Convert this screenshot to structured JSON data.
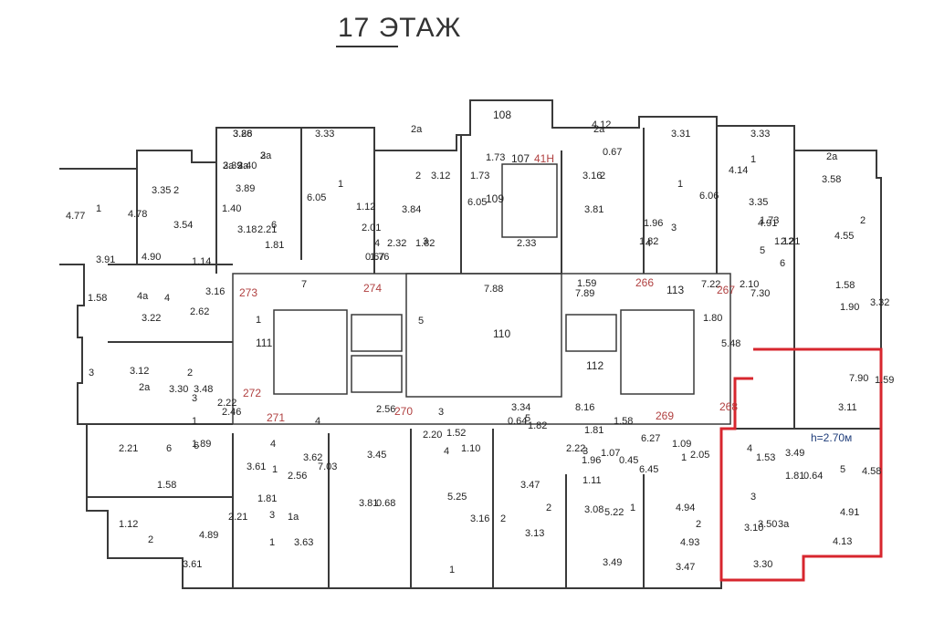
{
  "floor": {
    "number": "17",
    "word": "ЭТАЖ"
  },
  "highlight_color": "#d7262e",
  "wall_color": "#3a3a3a",
  "corridor_label_color": "#b04040",
  "ceiling_height_label": "h=2.70м",
  "rooms": [
    {
      "id": "108",
      "label": "108"
    },
    {
      "id": "107",
      "label": "107"
    },
    {
      "id": "41H",
      "label": "41Н"
    },
    {
      "id": "109",
      "label": "109"
    },
    {
      "id": "110",
      "label": "110"
    },
    {
      "id": "111",
      "label": "111"
    },
    {
      "id": "112",
      "label": "112"
    },
    {
      "id": "113",
      "label": "113"
    },
    {
      "id": "266",
      "label": "266"
    },
    {
      "id": "267",
      "label": "267"
    },
    {
      "id": "268",
      "label": "268"
    },
    {
      "id": "269",
      "label": "269"
    },
    {
      "id": "270",
      "label": "270"
    },
    {
      "id": "271",
      "label": "271"
    },
    {
      "id": "272",
      "label": "272"
    },
    {
      "id": "273",
      "label": "273"
    },
    {
      "id": "274",
      "label": "274"
    }
  ],
  "labels": [
    "3.88",
    "3",
    "3.39",
    "3.40",
    "3.89",
    "3.33",
    "6.05",
    "1",
    "1.12",
    "2a",
    "2",
    "3.12",
    "3.84",
    "1.73",
    "6.05",
    "1.73",
    "2.33",
    "2a",
    "2",
    "0.67",
    "3.16",
    "3.81",
    "3.31",
    "1",
    "6.06",
    "3.33",
    "1",
    "4.14",
    "3.35",
    "2a",
    "3.58",
    "4.77",
    "1",
    "4.78",
    "3.35",
    "2",
    "3.54",
    "3.91",
    "1.40",
    "3.18",
    "2.21",
    "6",
    "1.81",
    "2.01",
    "4",
    "2.32",
    "1.82",
    "3",
    "0.67",
    "1.76",
    "1.96",
    "4",
    "1.82",
    "3",
    "1.73",
    "4.91",
    "1.12",
    "5",
    "2.21",
    "6",
    "4.55",
    "2",
    "4.90",
    "1.14",
    "7",
    "7.88",
    "7.22",
    "7.89",
    "1.59",
    "1.58",
    "4a",
    "4",
    "3.22",
    "3.16",
    "2.62",
    "1",
    "5",
    "1.80",
    "5.48",
    "2.10",
    "7.30",
    "1.58",
    "1.90",
    "3.32",
    "3",
    "3.12",
    "2a",
    "3.30",
    "2",
    "3.48",
    "3",
    "2.22",
    "2.46",
    "1",
    "1.89",
    "4",
    "2.56",
    "8.16",
    "1.58",
    "1.59",
    "7.90",
    "3.11",
    "3",
    "3.34",
    "0.64",
    "1.82",
    "5",
    "2.20",
    "1.52",
    "1.10",
    "4",
    "2.22",
    "1.81",
    "3",
    "2.21",
    "6",
    "1.58",
    "6",
    "3.61",
    "1",
    "3.62",
    "7.03",
    "2.56",
    "3.45",
    "4",
    "1.81",
    "3",
    "2.21",
    "3.81",
    "0.68",
    "1.96",
    "1.07",
    "0.45",
    "6.27",
    "1",
    "1.11",
    "6.45",
    "1.09",
    "2.05",
    "4",
    "1.53",
    "3.49",
    "0.64",
    "1.81",
    "5",
    "4.58",
    "4.91",
    "1.12",
    "2",
    "4.89",
    "3.61",
    "1a",
    "3.63",
    "1",
    "5.25",
    "3.16",
    "2",
    "3.13",
    "3.47",
    "2",
    "3.08",
    "5.22",
    "1",
    "3.49",
    "4.94",
    "2",
    "4.93",
    "3.47",
    "3",
    "3.10",
    "3.50",
    "3a",
    "3.30",
    "4.13",
    "1",
    "4.12",
    "3.26",
    "2a",
    "2a",
    "2a"
  ]
}
